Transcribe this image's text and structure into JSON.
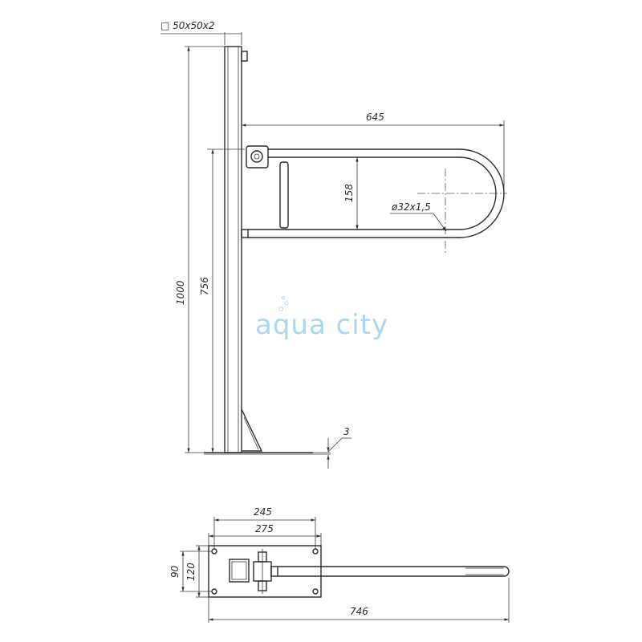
{
  "labels": {
    "profile": "□ 50x50x2",
    "width_top": "645",
    "height_total": "1000",
    "height_rail": "756",
    "rail_gap": "158",
    "tube": "ø32x1,5",
    "base_thickness": "3",
    "plate_holes": "245",
    "plate_width": "275",
    "plate_h_holes": "90",
    "plate_height": "120",
    "length_plan": "746"
  },
  "watermark": {
    "text": "aqua city",
    "color": "#a9d7ee"
  }
}
